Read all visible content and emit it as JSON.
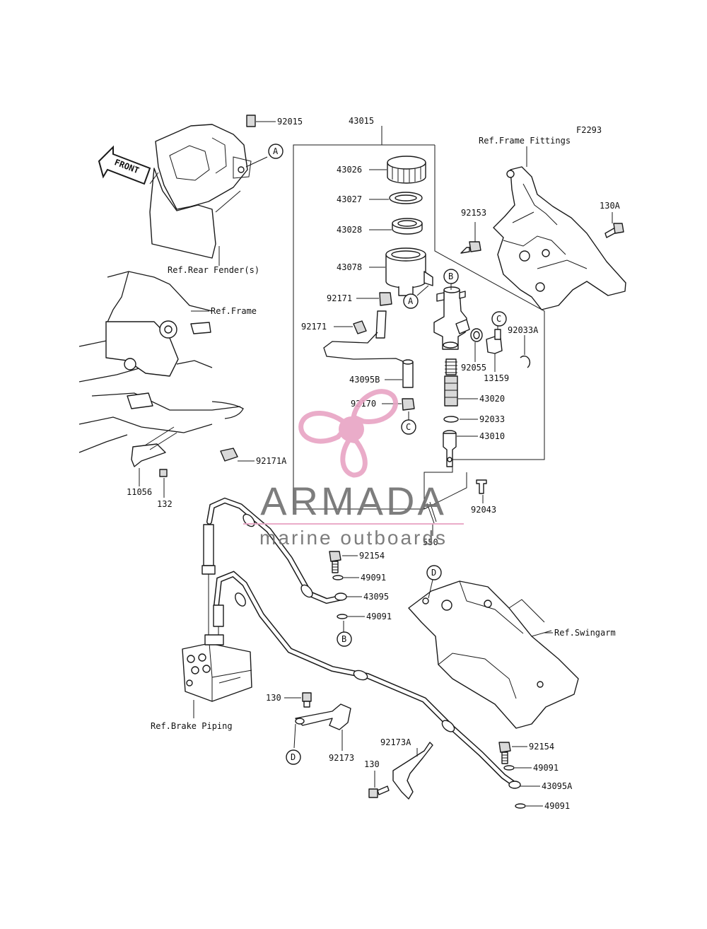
{
  "diagram_code": "F2293",
  "front_label": "FRONT",
  "watermark": {
    "brand": "ARMADA",
    "tagline": "marine outboards",
    "color": "#e8a4c4",
    "text_color": "#6f6f6f"
  },
  "refs": {
    "rear_fender": "Ref.Rear Fender(s)",
    "frame_fittings": "Ref.Frame Fittings",
    "frame": "Ref.Frame",
    "swingarm": "Ref.Swingarm",
    "brake_piping": "Ref.Brake Piping"
  },
  "callouts": {
    "A": "A",
    "B": "B",
    "C": "C",
    "D": "D"
  },
  "parts": {
    "p92015": "92015",
    "p43015": "43015",
    "p43026": "43026",
    "p43027": "43027",
    "p43028": "43028",
    "p43078": "43078",
    "p92153": "92153",
    "p130A": "130A",
    "p92171_a": "92171",
    "p92171_b": "92171",
    "p43095B": "43095B",
    "p92170": "92170",
    "p92055": "92055",
    "p13159": "13159",
    "p92033A": "92033A",
    "p43020": "43020",
    "p92033": "92033",
    "p43010": "43010",
    "p92043": "92043",
    "p550": "550",
    "p92171A": "92171A",
    "p11056": "11056",
    "p132": "132",
    "p92154_a": "92154",
    "p49091_a": "49091",
    "p43095": "43095",
    "p49091_b": "49091",
    "p130_a": "130",
    "p92173": "92173",
    "p92173A": "92173A",
    "p130_b": "130",
    "p92154_b": "92154",
    "p49091_c": "49091",
    "p43095A": "43095A",
    "p49091_d": "49091"
  }
}
